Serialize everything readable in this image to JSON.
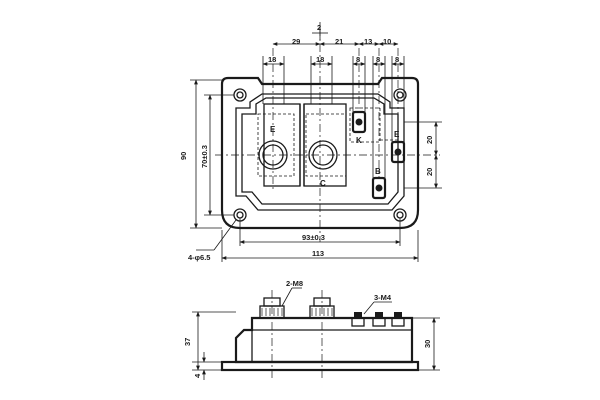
{
  "top_dims": {
    "d2": "2",
    "d29": "29",
    "d21": "21",
    "d13": "13",
    "d10": "10",
    "d18a": "18",
    "d18b": "18",
    "d8a": "8",
    "d8b": "8",
    "d8c": "8"
  },
  "left_dims": {
    "d90": "90",
    "d70": "70±0.3"
  },
  "right_dims": {
    "d20a": "20",
    "d20b": "20"
  },
  "bottom_dims": {
    "d93": "93±0.3",
    "d113": "113",
    "holes": "4-φ6.5"
  },
  "terminals": {
    "e1": "E",
    "c1": "C",
    "k": "K",
    "e2": "E",
    "b": "B"
  },
  "side": {
    "m8": "2-M8",
    "m4": "3-M4",
    "h37": "37",
    "h30": "30",
    "h4": "4"
  },
  "colors": {
    "ink": "#1a1a1a",
    "paper": "#ffffff"
  }
}
